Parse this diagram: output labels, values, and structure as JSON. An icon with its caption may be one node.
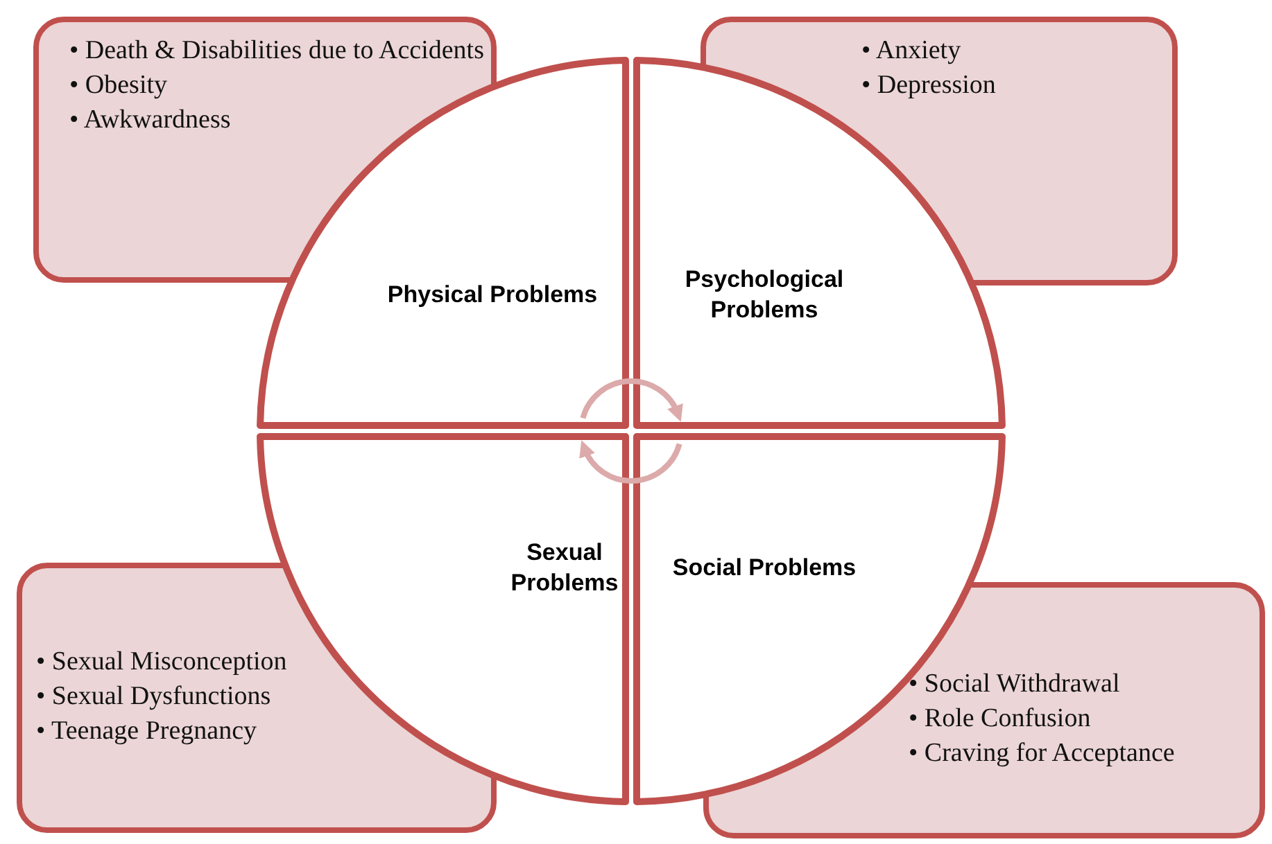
{
  "diagram": {
    "nodes": [
      {
        "text": [
          "• Death & Disabilities due to Accidents",
          "• Obesity",
          "• Awkwardness"
        ]
      },
      {
        "text": [
          "• Anxiety",
          "• Depression"
        ]
      },
      {
        "text": [
          "Physical Problems"
        ]
      },
      {
        "text": [
          "Psychological Problems"
        ]
      },
      {
        "text": [
          "Sexual Problems"
        ]
      },
      {
        "text": [
          "Social Problems"
        ]
      },
      {
        "text": [
          "• Sexual Misconception",
          "• Sexual Dysfunctions",
          "• Teenage Pregnancy"
        ]
      },
      {
        "text": [
          "• Social Withdrawal",
          "• Role Confusion",
          "• Craving for Acceptance"
        ]
      }
    ],
    "edges": [
      {
        "from": 2,
        "to": 3,
        "arrow": "to"
      },
      {
        "from": 5,
        "to": 4,
        "arrow": "to"
      }
    ]
  }
}
